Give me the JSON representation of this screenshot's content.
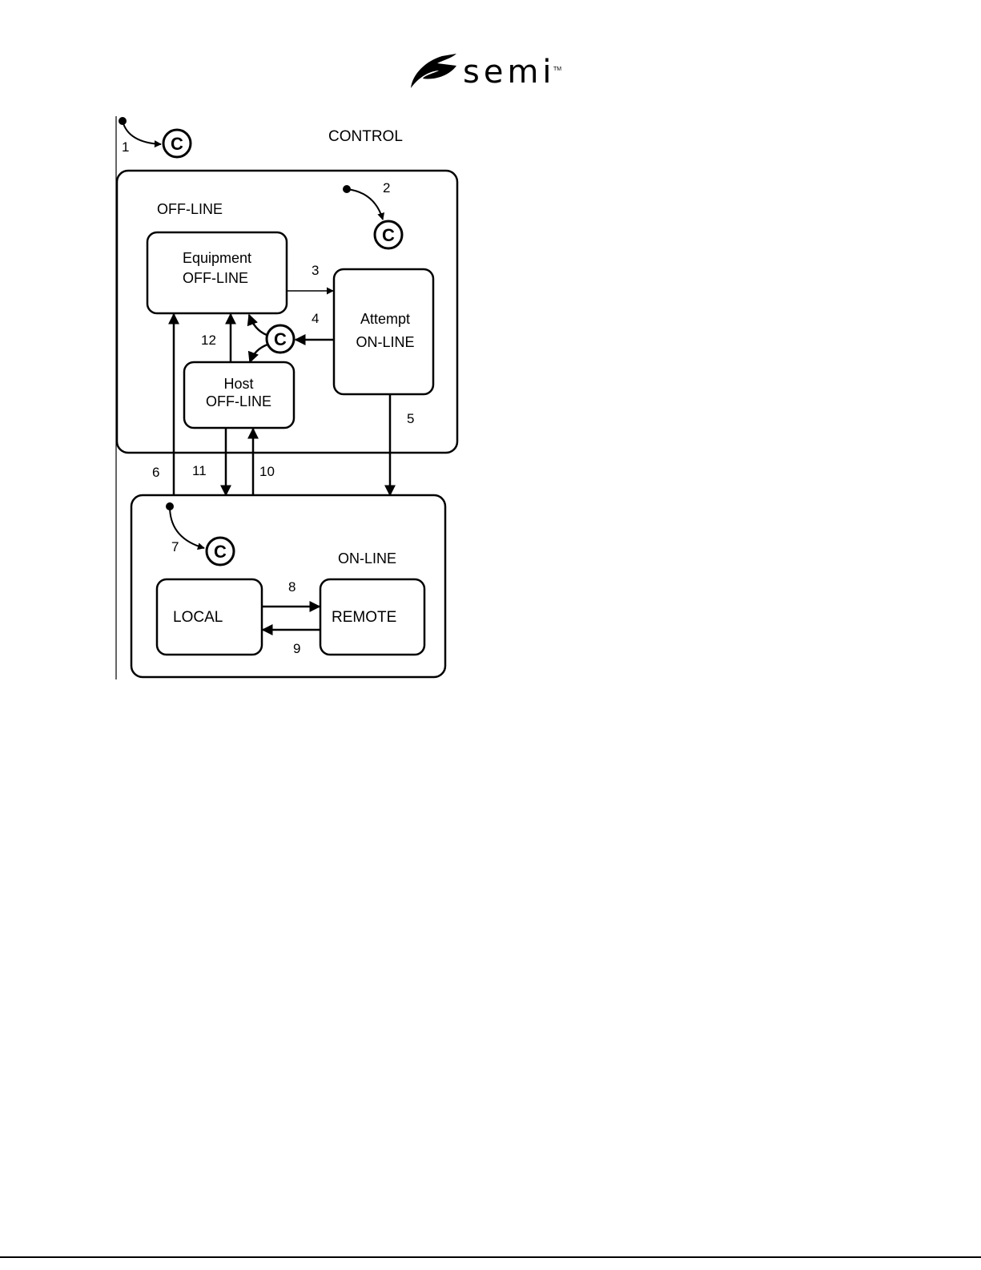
{
  "logo": {
    "text": "semi",
    "trademark": "TM"
  },
  "diagram": {
    "control_label": "CONTROL",
    "offline_label": "OFF-LINE",
    "online_label": "ON-LINE",
    "conditional_symbol": "C",
    "states": {
      "equipment_offline": [
        "Equipment",
        "OFF-LINE"
      ],
      "attempt_online": [
        "Attempt",
        "ON-LINE"
      ],
      "host_offline": [
        "Host",
        "OFF-LINE"
      ],
      "local": "LOCAL",
      "remote": "REMOTE"
    },
    "transitions": [
      "1",
      "2",
      "3",
      "4",
      "5",
      "6",
      "7",
      "8",
      "9",
      "10",
      "11",
      "12"
    ]
  },
  "colors": {
    "ink": "#000000",
    "background": "#ffffff"
  }
}
